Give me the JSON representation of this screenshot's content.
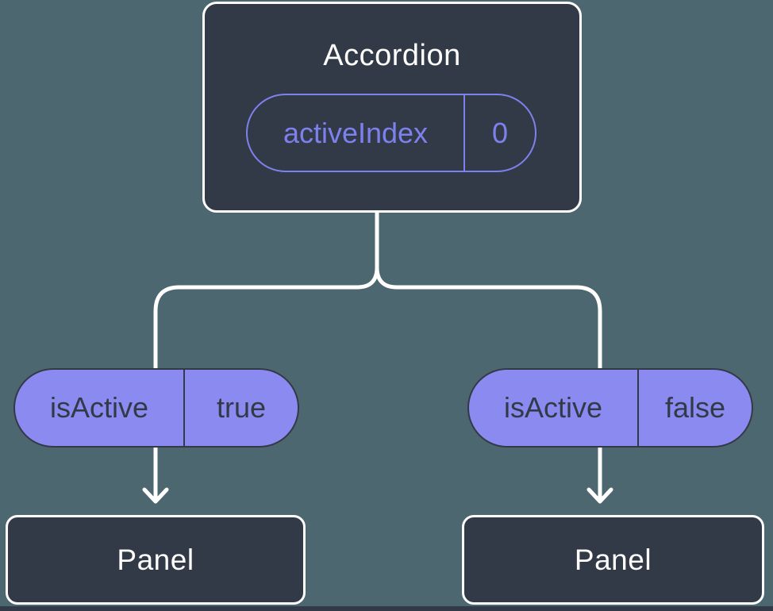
{
  "diagram": {
    "root": {
      "title": "Accordion",
      "prop": {
        "name": "activeIndex",
        "value": "0"
      }
    },
    "children": [
      {
        "state_name": "isActive",
        "state_value": "true",
        "panel_label": "Panel"
      },
      {
        "state_name": "isActive",
        "state_value": "false",
        "panel_label": "Panel"
      }
    ]
  },
  "colors": {
    "background": "#4c6770",
    "node_fill": "#333a47",
    "node_border": "#fdfdfe",
    "state_pill_fill": "#8a8af0",
    "prop_pill_outline": "#7d81ee",
    "connector": "#ffffff",
    "dark_text": "#333a47",
    "light_text": "#fefefe"
  }
}
